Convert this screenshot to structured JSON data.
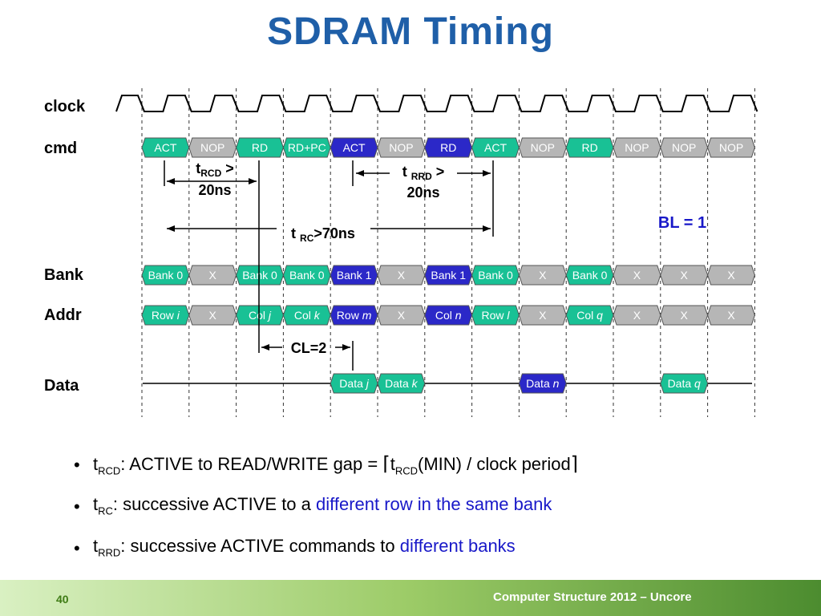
{
  "slide": {
    "title": "SDRAM Timing",
    "page_number": "40",
    "footer": "Computer Structure 2012 – Uncore"
  },
  "colors": {
    "title": "#1f5fa8",
    "green_box": "#19c195",
    "blue_box": "#2b28c8",
    "grey_box": "#b6b6b6",
    "text_blue": "#1818c8"
  },
  "diagram": {
    "row_labels": {
      "clock": "clock",
      "cmd": "cmd",
      "bank": "Bank",
      "addr": "Addr",
      "data": "Data"
    },
    "cmd": [
      {
        "label": "ACT",
        "style": "green"
      },
      {
        "label": "NOP",
        "style": "grey"
      },
      {
        "label": "RD",
        "style": "green"
      },
      {
        "label": "RD+PC",
        "style": "green"
      },
      {
        "label": "ACT",
        "style": "blue"
      },
      {
        "label": "NOP",
        "style": "grey"
      },
      {
        "label": "RD",
        "style": "blue"
      },
      {
        "label": "ACT",
        "style": "green"
      },
      {
        "label": "NOP",
        "style": "grey"
      },
      {
        "label": "RD",
        "style": "green"
      },
      {
        "label": "NOP",
        "style": "grey"
      },
      {
        "label": "NOP",
        "style": "grey"
      },
      {
        "label": "NOP",
        "style": "grey"
      }
    ],
    "bank": [
      {
        "label": "Bank 0",
        "style": "green"
      },
      {
        "label": "X",
        "style": "grey"
      },
      {
        "label": "Bank 0",
        "style": "green"
      },
      {
        "label": "Bank 0",
        "style": "green"
      },
      {
        "label": "Bank 1",
        "style": "blue"
      },
      {
        "label": "X",
        "style": "grey"
      },
      {
        "label": "Bank 1",
        "style": "blue"
      },
      {
        "label": "Bank 0",
        "style": "green"
      },
      {
        "label": "X",
        "style": "grey"
      },
      {
        "label": "Bank 0",
        "style": "green"
      },
      {
        "label": "X",
        "style": "grey"
      },
      {
        "label": "X",
        "style": "grey"
      },
      {
        "label": "X",
        "style": "grey"
      }
    ],
    "addr": [
      {
        "label": "Row",
        "var": "i",
        "style": "green"
      },
      {
        "label": "X",
        "style": "grey"
      },
      {
        "label": "Col",
        "var": "j",
        "style": "green"
      },
      {
        "label": "Col",
        "var": "k",
        "style": "green"
      },
      {
        "label": "Row",
        "var": "m",
        "style": "blue"
      },
      {
        "label": "X",
        "style": "grey"
      },
      {
        "label": "Col",
        "var": "n",
        "style": "blue"
      },
      {
        "label": "Row",
        "var": "l",
        "style": "green"
      },
      {
        "label": "X",
        "style": "grey"
      },
      {
        "label": "Col",
        "var": "q",
        "style": "green"
      },
      {
        "label": "X",
        "style": "grey"
      },
      {
        "label": "X",
        "style": "grey"
      },
      {
        "label": "X",
        "style": "grey"
      }
    ],
    "data": [
      {
        "label": "Data",
        "var": "j",
        "style": "green",
        "slot": 4
      },
      {
        "label": "Data",
        "var": "k",
        "style": "green",
        "slot": 5
      },
      {
        "label": "Data",
        "var": "n",
        "style": "blue",
        "slot": 8
      },
      {
        "label": "Data",
        "var": "q",
        "style": "green",
        "slot": 11
      }
    ],
    "annotations": {
      "trcd_t": "t",
      "trcd_sub": "RCD",
      "trcd_rest": " >",
      "trcd_line2": "20ns",
      "trrd_t": "t ",
      "trrd_sub": "RRD",
      "trrd_rest": " >",
      "trrd_line2": "20ns",
      "trc_t": "t ",
      "trc_sub": "RC",
      "trc_rest": ">70ns",
      "cl": "CL=2",
      "bl": "BL = 1"
    }
  },
  "bullets": [
    {
      "t": "t",
      "sub": "RCD",
      "text": ": ACTIVE to READ/WRITE gap = ",
      "ceil_l": "⌈",
      "t2": "t",
      "sub2": "RCD",
      "text2": "(MIN) / clock period",
      "ceil_r": "⌉"
    },
    {
      "t": "t",
      "sub": "RC",
      "text": ": successive ACTIVE to a ",
      "blue": "different row in the same bank"
    },
    {
      "t": "t",
      "sub": "RRD",
      "text": ": successive ACTIVE commands to ",
      "blue": "different banks"
    }
  ]
}
